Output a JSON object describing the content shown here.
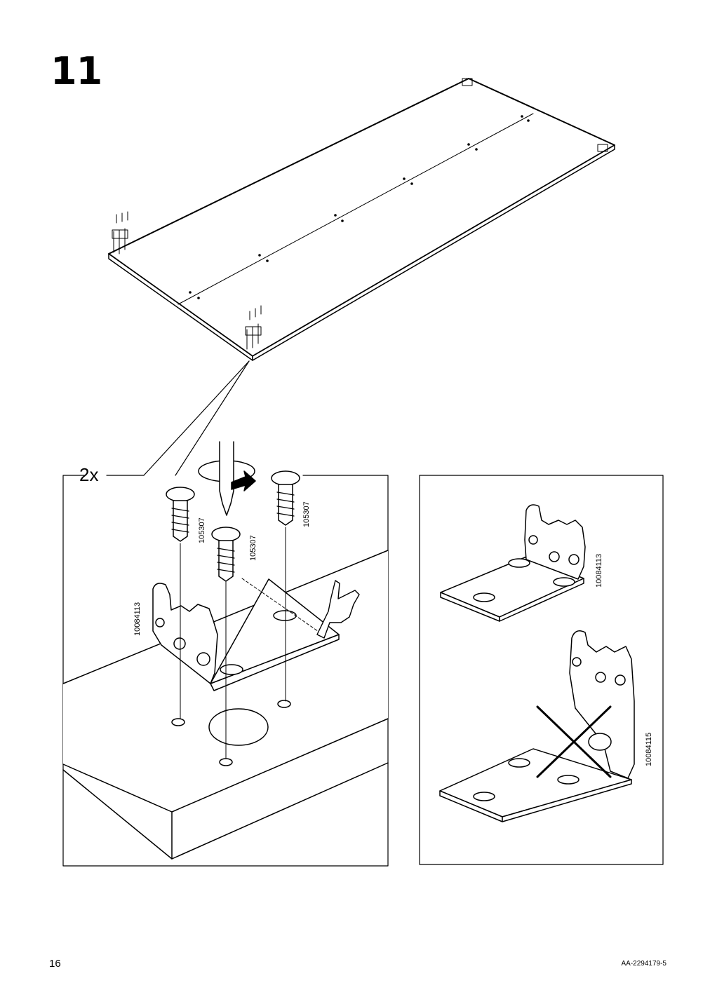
{
  "step": {
    "number": "11"
  },
  "detail_left": {
    "quantity": "2x",
    "screw_part_id": "105307",
    "bracket_part_id": "10084113"
  },
  "detail_right": {
    "correct_bracket_id": "10084113",
    "wrong_bracket_id": "10084115"
  },
  "footer": {
    "page_number": "16",
    "doc_code": "AA-2294179-5"
  }
}
